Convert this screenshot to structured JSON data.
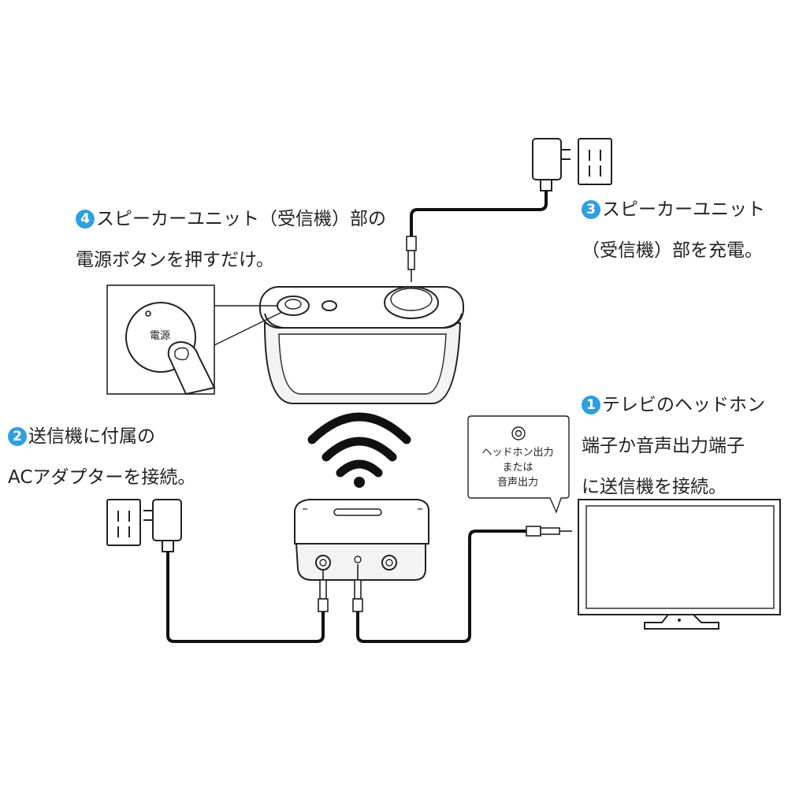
{
  "steps": [
    {
      "number": "1",
      "lines": [
        "テレビのヘッドホン",
        "端子か音声出力端子",
        "に送信機を接続。"
      ]
    },
    {
      "number": "2",
      "lines": [
        "送信機に付属の",
        "ACアダプターを接続。"
      ]
    },
    {
      "number": "3",
      "lines": [
        "スピーカーユニット",
        "（受信機）部を充電。"
      ]
    },
    {
      "number": "4",
      "lines": [
        "スピーカーユニット（受信機）部の",
        "電源ボタンを押すだけ。"
      ]
    }
  ],
  "power_button_label": "電源",
  "jack_callout_lines": [
    "ヘッドホン出力",
    "または",
    "音声出力"
  ],
  "colors": {
    "accent": "#2f9fe0",
    "line": "#222222",
    "cable": "#111111",
    "device_fill": "#f4f4f4"
  },
  "icons": [
    "wifi-icon",
    "wall-outlet-icon",
    "ac-adapter-icon",
    "power-button-icon",
    "finger-icon",
    "headphone-jack-icon",
    "tv-icon"
  ]
}
